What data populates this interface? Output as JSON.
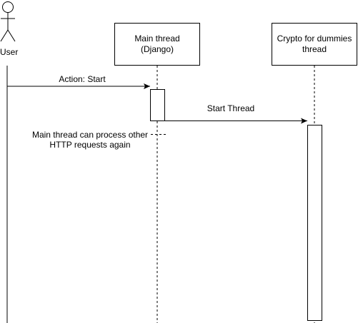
{
  "actor": {
    "label": "User"
  },
  "participants": [
    {
      "line1": "Main thread",
      "line2": "(Django)"
    },
    {
      "line1": "Crypto for dummies",
      "line2": "thread"
    }
  ],
  "messages": [
    {
      "label": "Action: Start",
      "from": "User",
      "to": "Main thread (Django)"
    },
    {
      "label": "Start Thread",
      "from": "Main thread (Django)",
      "to": "Crypto for dummies thread"
    }
  ],
  "note": {
    "line1": "Main thread can process other",
    "line2": "HTTP requests again"
  }
}
